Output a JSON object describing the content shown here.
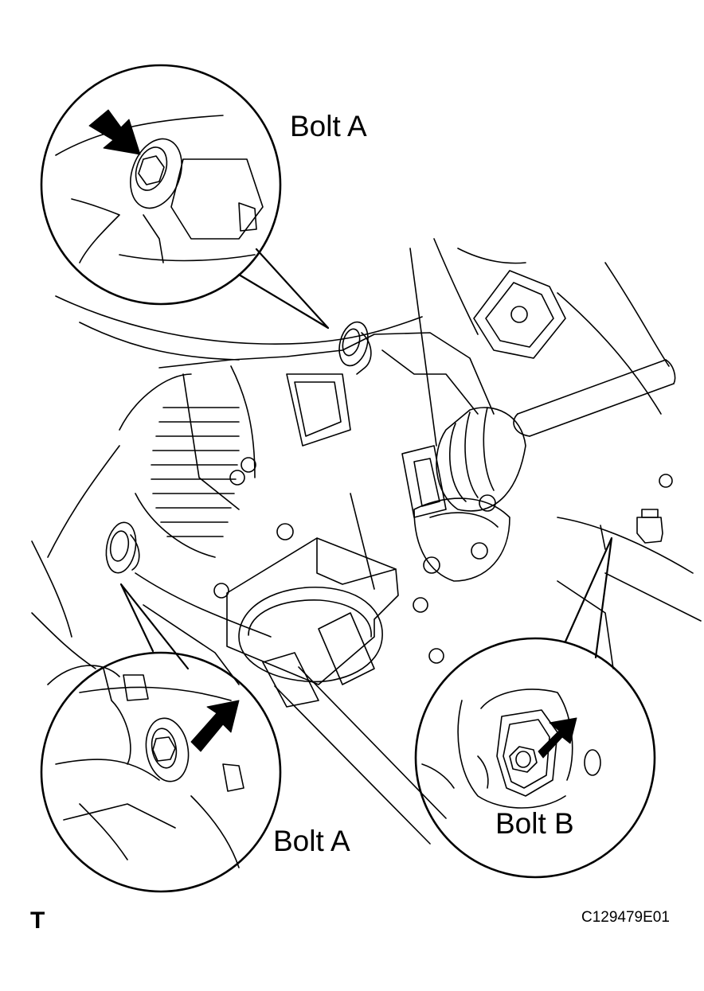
{
  "callouts": {
    "top": "Bolt A",
    "bottom": "Bolt A",
    "right": "Bolt B"
  },
  "corner_mark": "T",
  "figure_id": "C129479E01",
  "colors": {
    "ink": "#000000",
    "paper": "#ffffff"
  }
}
